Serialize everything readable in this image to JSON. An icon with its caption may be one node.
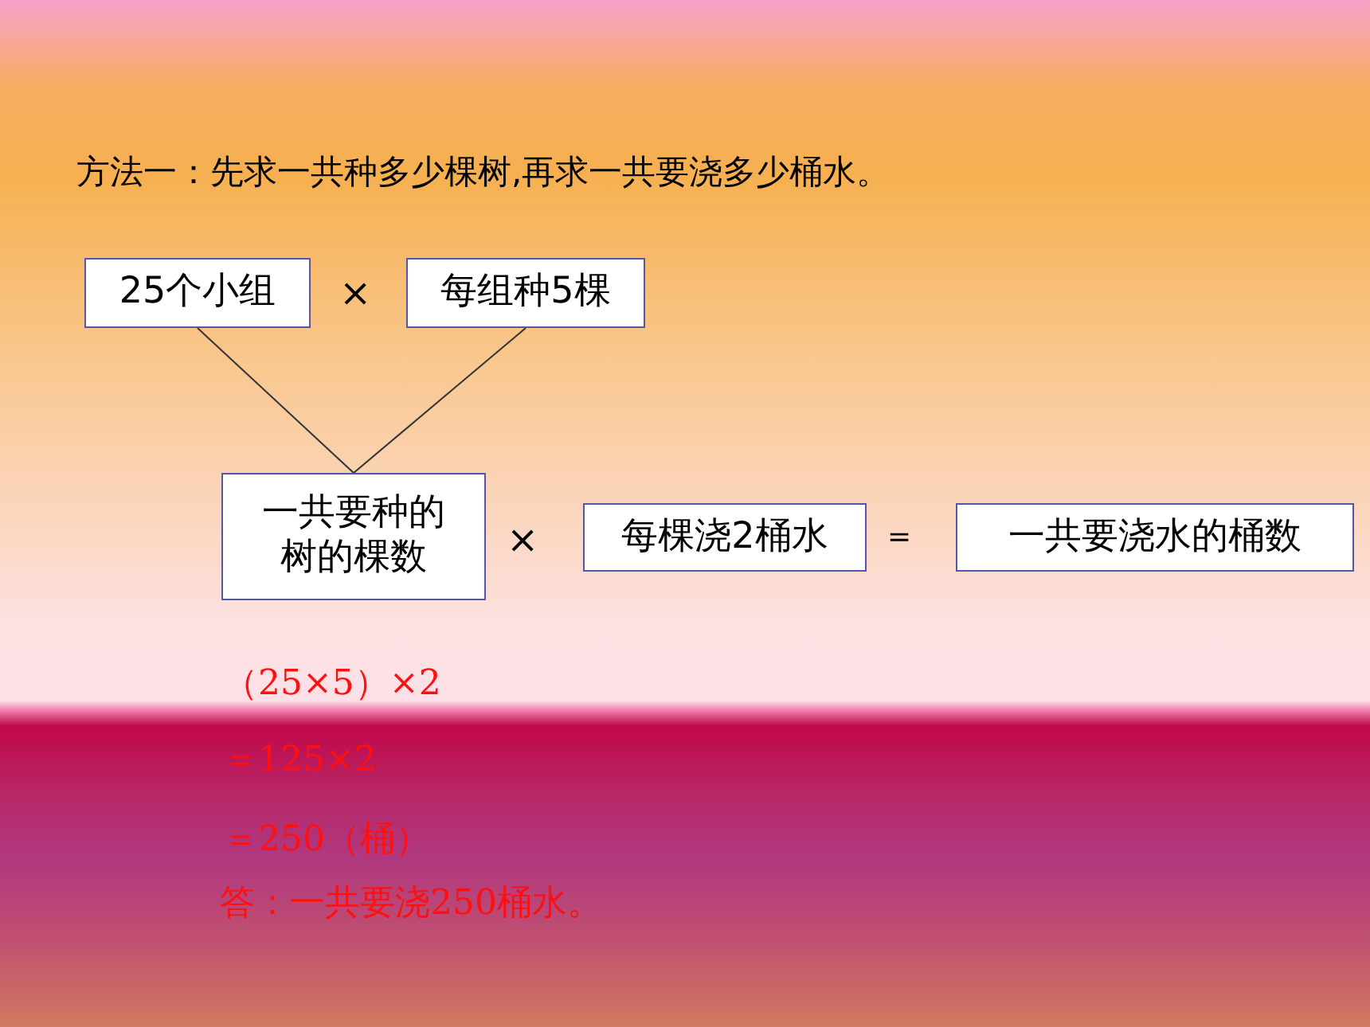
{
  "diagram": {
    "title": "方法一：先求一共种多少棵树,再求一共要浇多少桶水。",
    "nodes": [
      {
        "text": [
          "25个小组"
        ]
      },
      {
        "text": [
          "每组种5棵"
        ]
      },
      {
        "text": [
          "一共要种的树的棵数"
        ]
      },
      {
        "text": [
          "每棵浇2桶水"
        ]
      },
      {
        "text": [
          "一共要浇水的桶数"
        ]
      }
    ],
    "edges": [
      {
        "from": 0,
        "to": 2,
        "arrow": "none"
      },
      {
        "from": 1,
        "to": 2,
        "arrow": "none"
      }
    ],
    "labels": [
      "×",
      "×",
      "=",
      "（25×5）×2",
      "＝125×2",
      "＝250（桶）",
      "答：一共要浇250桶水。"
    ]
  }
}
